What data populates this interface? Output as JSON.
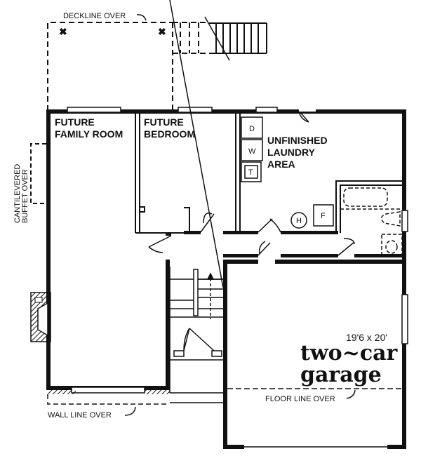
{
  "plan": {
    "annotations": {
      "deckline": "DECKLINE OVER",
      "cantilevered_1": "CANTILEVERED",
      "cantilevered_2": "BUFFET OVER",
      "wall_line": "WALL LINE OVER",
      "floor_line": "FLOOR LINE OVER"
    },
    "rooms": {
      "family_room_1": "FUTURE",
      "family_room_2": "FAMILY ROOM",
      "bedroom_1": "FUTURE",
      "bedroom_2": "BEDROOM",
      "laundry_1": "UNFINISHED",
      "laundry_2": "LAUNDRY",
      "laundry_3": "AREA",
      "garage_dim": "19'6 x 20'",
      "garage_1": "two~car",
      "garage_2": "garage"
    },
    "appliances": {
      "dryer": "D",
      "washer": "W",
      "tub": "T",
      "heater": "H",
      "furnace": "F"
    },
    "colors": {
      "ink": "#111111",
      "paper": "#ffffff"
    }
  }
}
